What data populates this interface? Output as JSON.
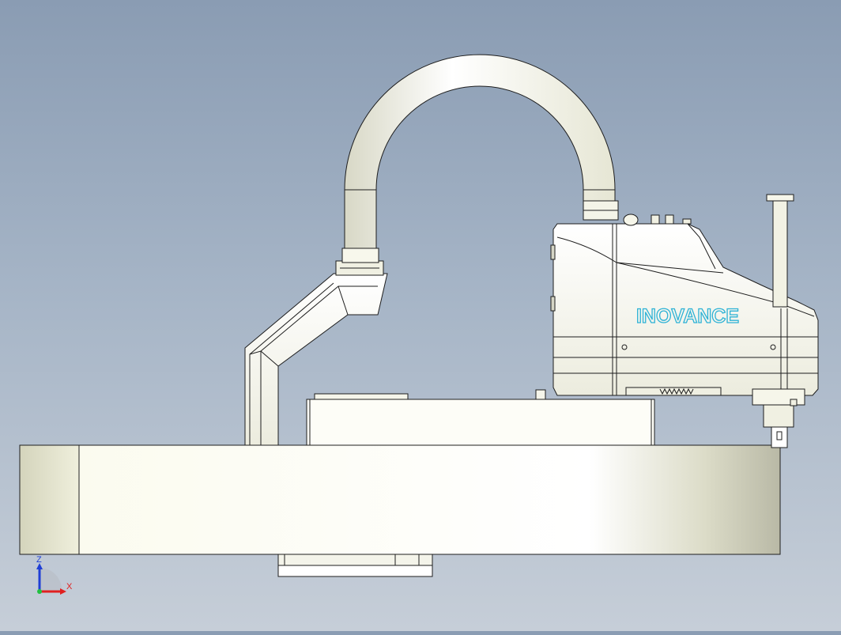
{
  "viewport": {
    "brand_label": "INOVANCE",
    "brand_color": "#2fb3d6",
    "background_top": "#8a9cb3",
    "background_bottom": "#c6ced8",
    "model_fill": "#fbfbf5",
    "edge_color": "#1e1e1e"
  },
  "triad": {
    "z_label": "Z",
    "x_label": "X",
    "z_color": "#1f3fd6",
    "x_color": "#e02020",
    "origin_color": "#20c040"
  }
}
